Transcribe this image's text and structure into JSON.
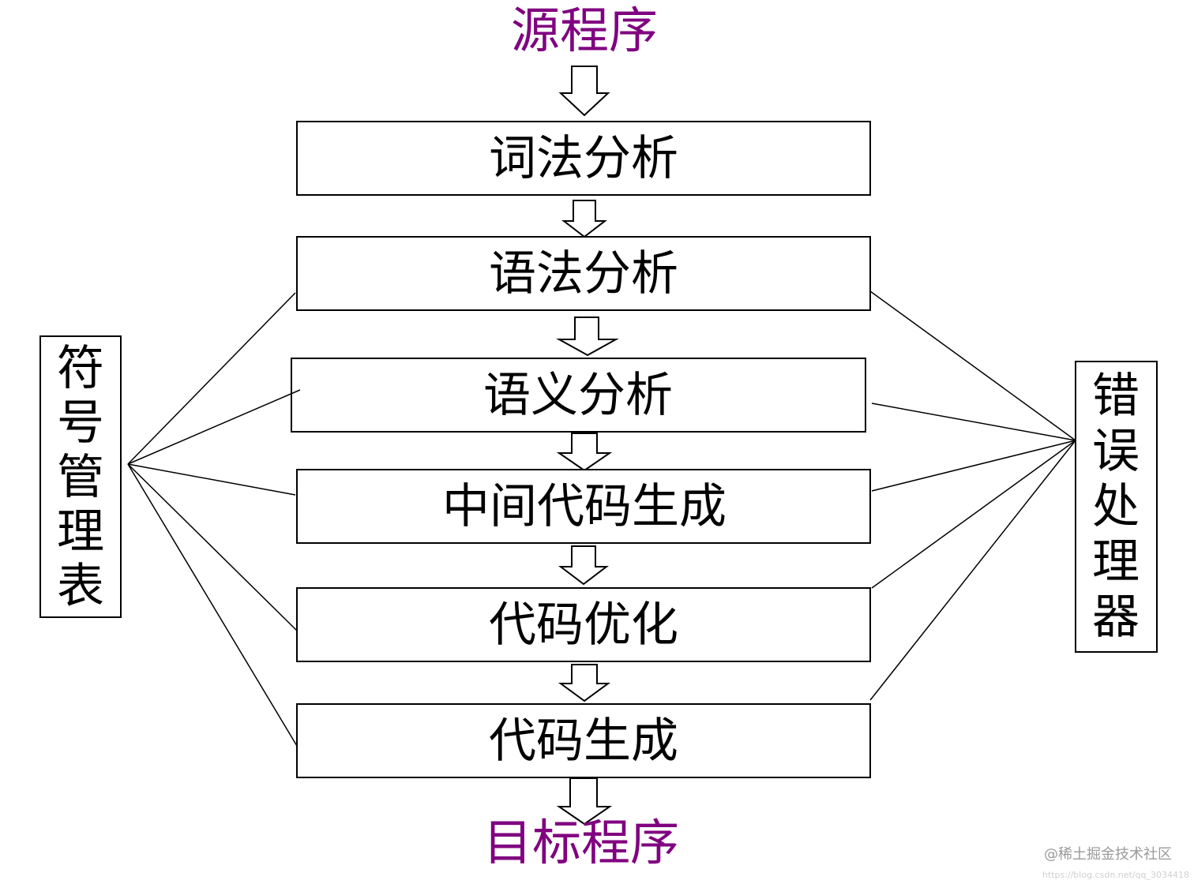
{
  "source": {
    "label": "源程序"
  },
  "target": {
    "label": "目标程序"
  },
  "stages": [
    {
      "label": "词法分析"
    },
    {
      "label": "语法分析"
    },
    {
      "label": "语义分析"
    },
    {
      "label": "中间代码生成"
    },
    {
      "label": "代码优化"
    },
    {
      "label": "代码生成"
    }
  ],
  "symbol_table": {
    "chars": [
      "符",
      "号",
      "管",
      "理",
      "表"
    ]
  },
  "error_handler": {
    "chars": [
      "错",
      "误",
      "处",
      "理",
      "器"
    ]
  },
  "watermark": {
    "brand": "@稀土掘金技术社区",
    "url": "https://blog.csdn.net/qq_3034418"
  },
  "colors": {
    "io_text": "#800080",
    "box_stroke": "#000000",
    "text": "#000000"
  }
}
